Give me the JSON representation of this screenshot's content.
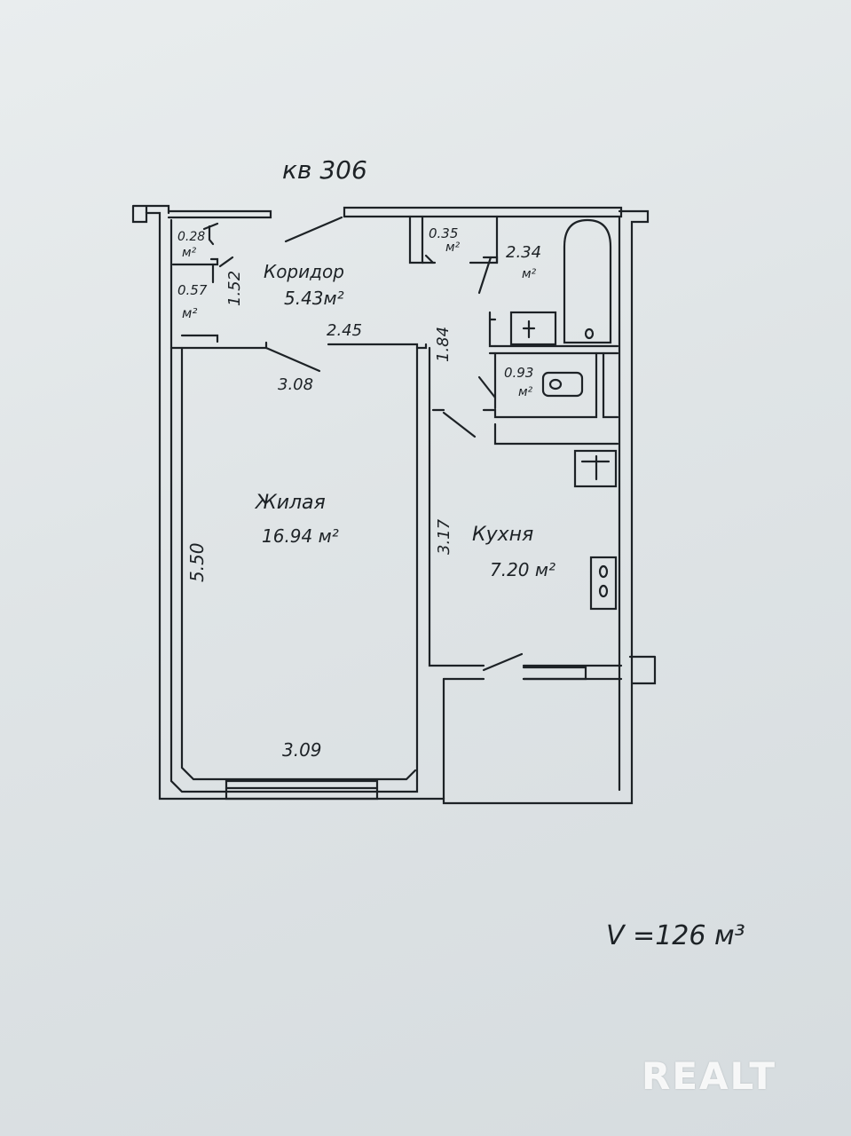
{
  "plan": {
    "title": "кв 306",
    "rooms": {
      "corridor": {
        "name": "Коридор",
        "area": "5.43м²"
      },
      "living": {
        "name": "Жилая",
        "area": "16.94 м²"
      },
      "kitchen": {
        "name": "Кухня",
        "area": "7.20 м²"
      },
      "closet_small": {
        "area": "0.28",
        "unit": "м²"
      },
      "closet_mid": {
        "area": "0.57",
        "unit": "м²"
      },
      "storage": {
        "area": "0.35",
        "unit": "м²"
      },
      "bathroom": {
        "area": "2.34",
        "unit": "м²"
      },
      "toilet": {
        "area": "0.93",
        "unit": "м²"
      }
    },
    "dimensions": {
      "corridor_width": "2.45",
      "closet_height": "1.52",
      "living_top": "3.08",
      "living_left": "5.50",
      "living_bottom": "3.09",
      "kitchen_left": "3.17",
      "bath_side": "1.84"
    },
    "volume": "V =126 м³"
  },
  "watermark": "REALT"
}
